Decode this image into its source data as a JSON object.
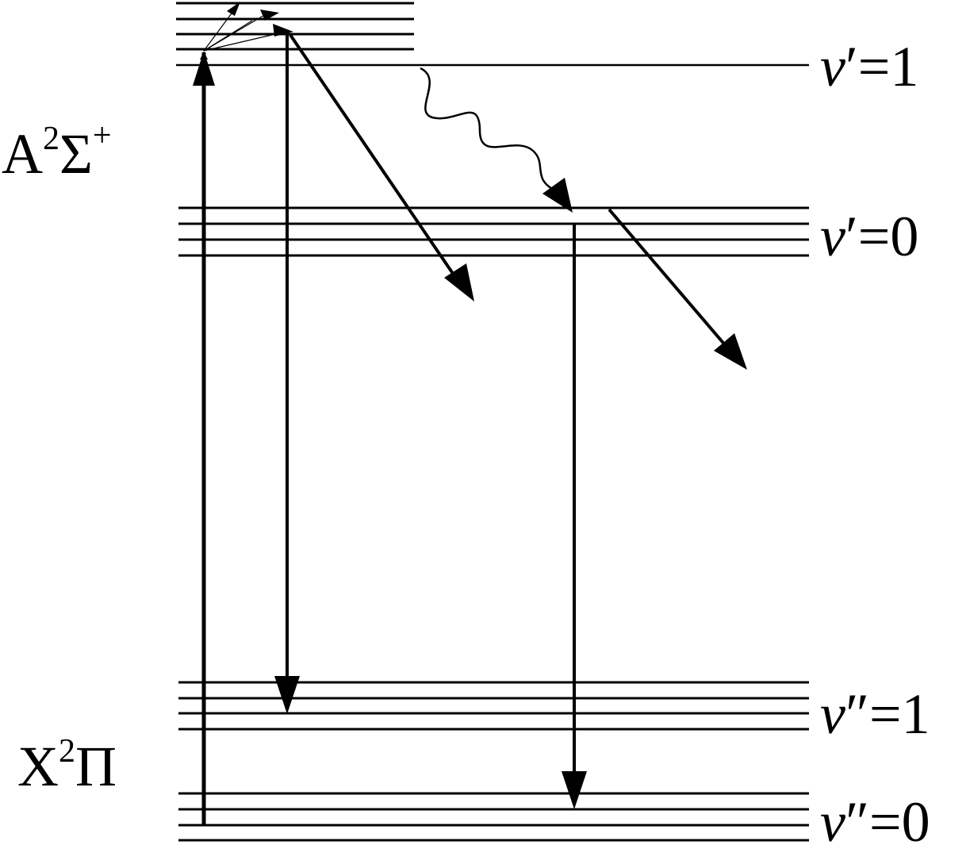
{
  "states": {
    "upper": {
      "symbol": "A",
      "sup": "2",
      "term": "Σ",
      "sup2": "+"
    },
    "lower": {
      "symbol": "X",
      "sup": "2",
      "term": "Π"
    }
  },
  "vib_labels": {
    "v1_upper": {
      "v": "v",
      "prime": "′",
      "eq": "=",
      "num": "1"
    },
    "v0_upper": {
      "v": "v",
      "prime": "′",
      "eq": "=",
      "num": "0"
    },
    "v1_lower": {
      "v": "v",
      "prime": "″",
      "eq": "=",
      "num": "1"
    },
    "v0_lower": {
      "v": "v",
      "prime": "″",
      "eq": "=",
      "num": "0"
    }
  },
  "colors": {
    "line": "#000000",
    "background": "#ffffff"
  }
}
